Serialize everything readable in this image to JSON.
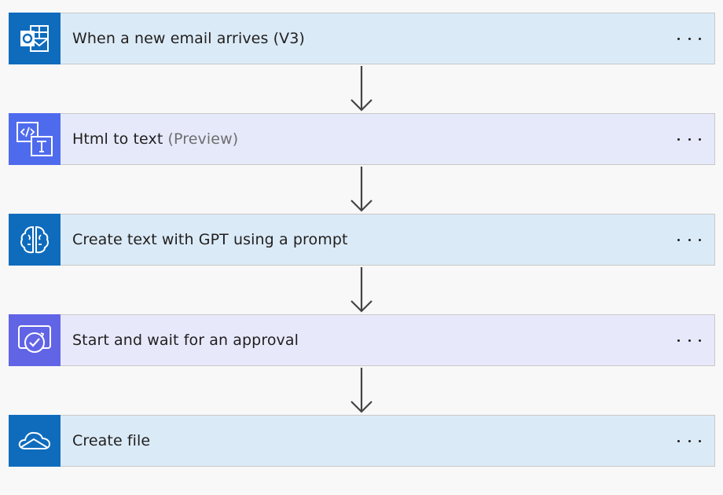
{
  "flow": {
    "steps": [
      {
        "label": "When a new email arrives (V3)",
        "suffix": "",
        "icon": "outlook-icon",
        "icon_bg": "#0f6cbd",
        "row_bg": "#dbeaf7"
      },
      {
        "label": "Html to text",
        "suffix": "(Preview)",
        "icon": "html-to-text-icon",
        "icon_bg": "#4f6bed",
        "row_bg": "#e6e9f9"
      },
      {
        "label": "Create text with GPT using a prompt",
        "suffix": "",
        "icon": "ai-brain-icon",
        "icon_bg": "#0f6cbd",
        "row_bg": "#dbeaf7"
      },
      {
        "label": "Start and wait for an approval",
        "suffix": "",
        "icon": "approval-icon",
        "icon_bg": "#6264e6",
        "row_bg": "#e8e8fb"
      },
      {
        "label": "Create file",
        "suffix": "",
        "icon": "onedrive-cloud-icon",
        "icon_bg": "#0f6cbd",
        "row_bg": "#dbeaf7"
      }
    ]
  },
  "colors": {
    "background": "#f8f8f8",
    "arrow": "#444444",
    "border": "#c8c8c8"
  }
}
